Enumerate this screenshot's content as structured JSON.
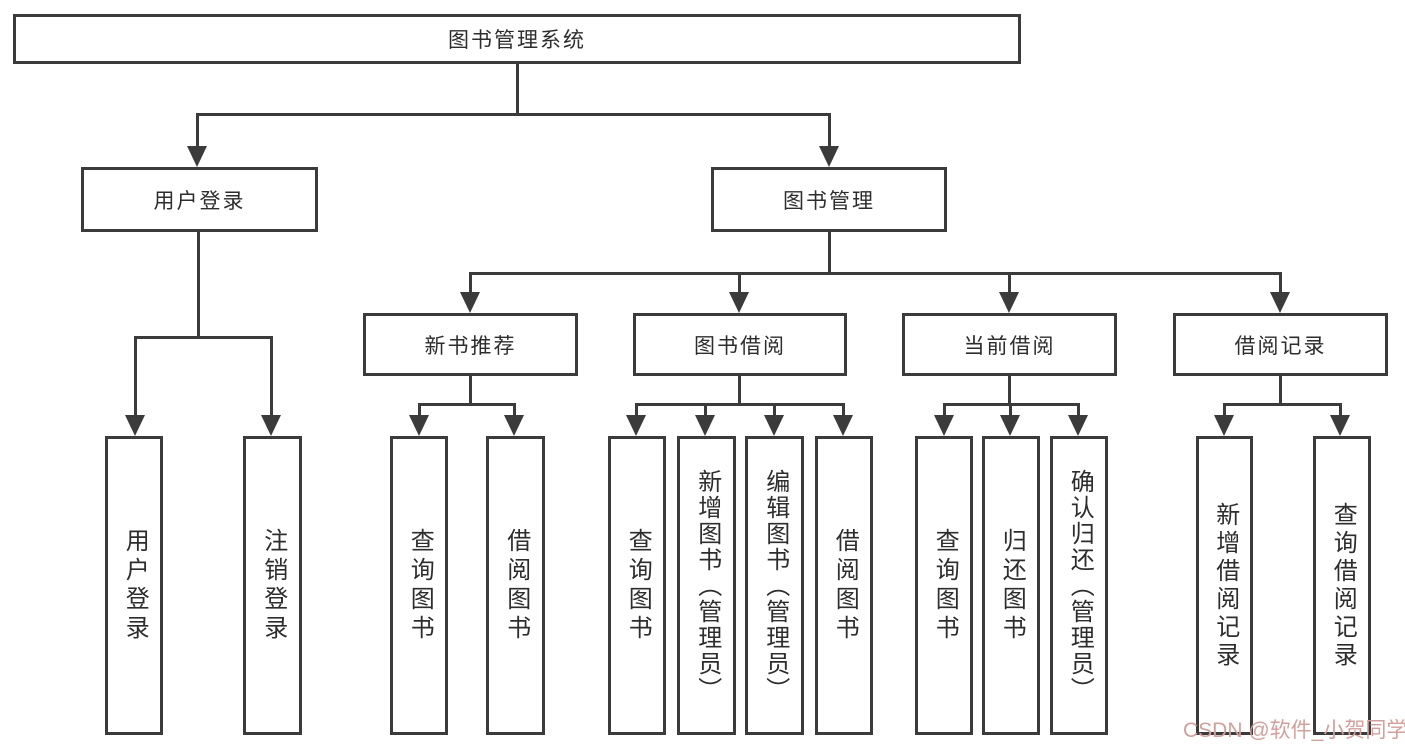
{
  "diagram": {
    "root": {
      "label": "图书管理系统"
    },
    "branches": [
      {
        "label": "用户登录",
        "children": [
          {
            "label": "用户登录"
          },
          {
            "label": "注销登录"
          }
        ]
      },
      {
        "label": "图书管理",
        "children": [
          {
            "label": "新书推荐",
            "children": [
              {
                "label": "查询图书"
              },
              {
                "label": "借阅图书"
              }
            ]
          },
          {
            "label": "图书借阅",
            "children": [
              {
                "label": "查询图书"
              },
              {
                "label": "新增图书（管理员）"
              },
              {
                "label": "编辑图书（管理员）"
              },
              {
                "label": "借阅图书"
              }
            ]
          },
          {
            "label": "当前借阅",
            "children": [
              {
                "label": "查询图书"
              },
              {
                "label": "归还图书"
              },
              {
                "label": "确认归还（管理员）"
              }
            ]
          },
          {
            "label": "借阅记录",
            "children": [
              {
                "label": "新增借阅记录"
              },
              {
                "label": "查询借阅记录"
              }
            ]
          }
        ]
      }
    ]
  },
  "watermark": {
    "text": "CSDN @软件_小贺同学",
    "color": "#d2a09c"
  },
  "colors": {
    "line": "#3b3b3b",
    "text": "#2d2d2d",
    "background": "#ffffff"
  }
}
